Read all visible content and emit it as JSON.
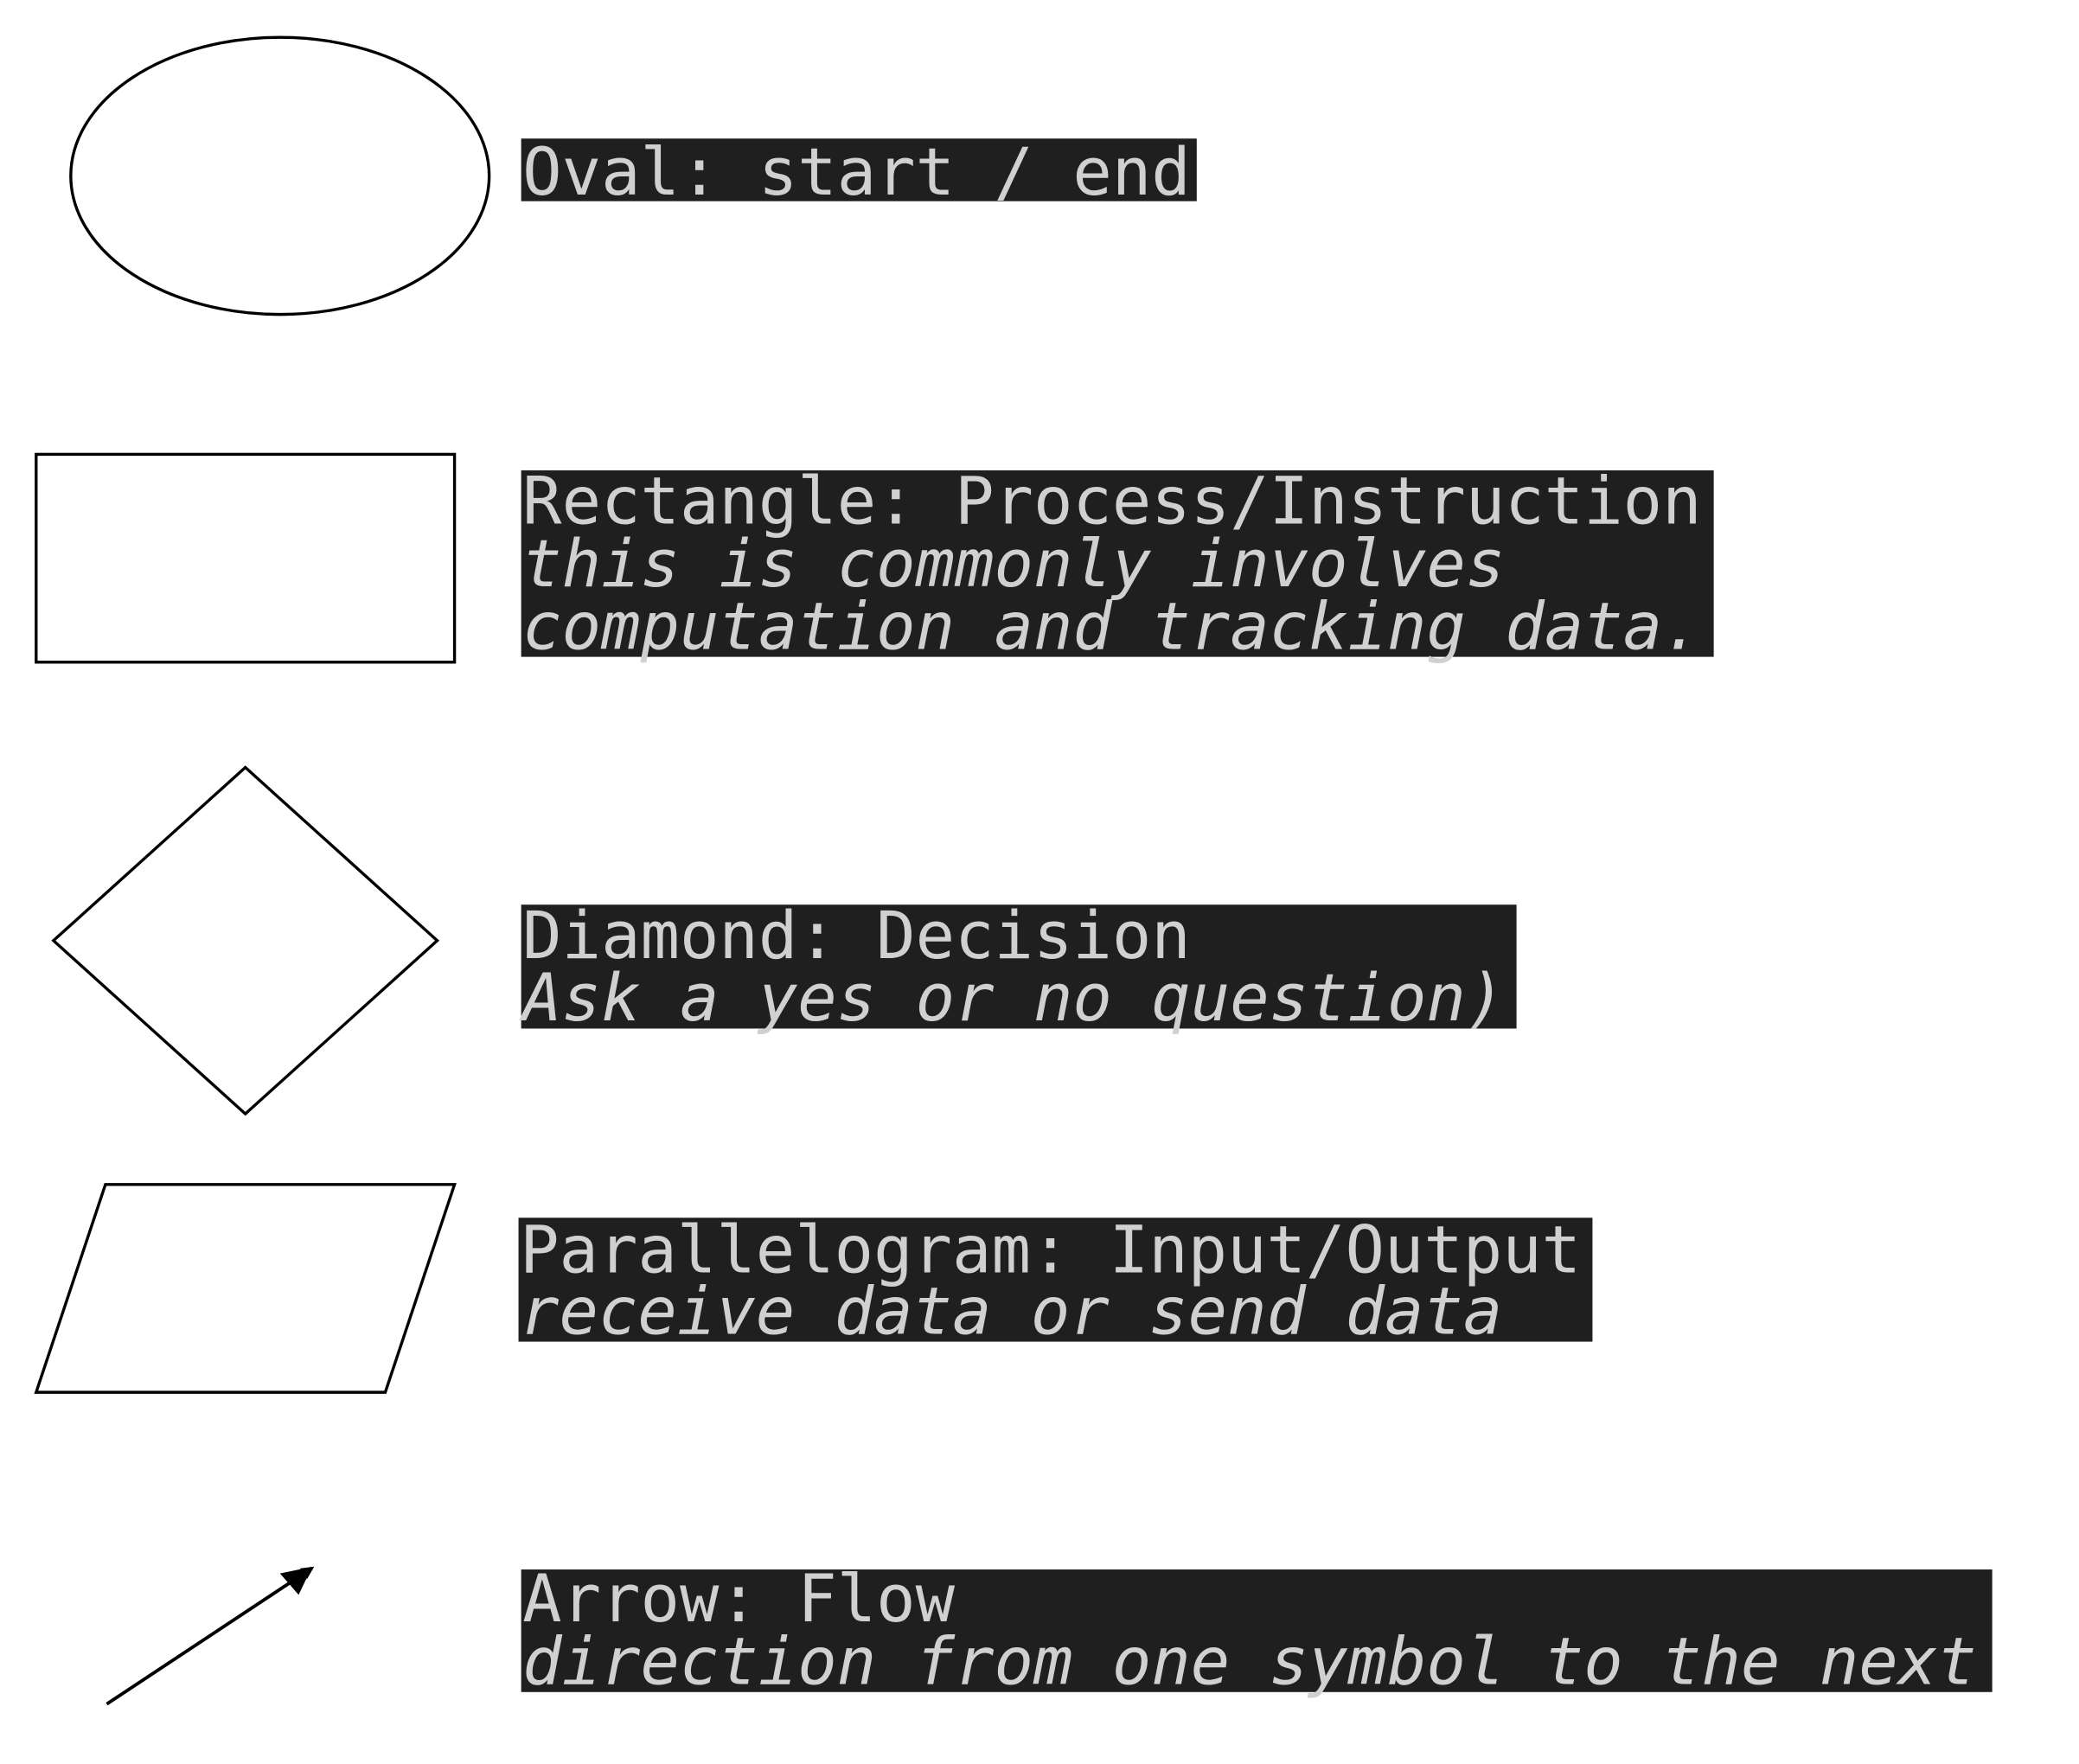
{
  "legend": [
    {
      "shape": "oval",
      "title": "Oval: start / end",
      "lines": []
    },
    {
      "shape": "rectangle",
      "title": "Rectangle: Process/Instruction",
      "lines": [
        "this is commonly involves",
        "computation and tracking data."
      ]
    },
    {
      "shape": "diamond",
      "title": "Diamond: Decision",
      "lines": [
        "Ask a yes or no question)"
      ]
    },
    {
      "shape": "parallelogram",
      "title": "Parallelogram: Input/Output",
      "lines": [
        "receive data or send data"
      ]
    },
    {
      "shape": "arrow",
      "title": "Arrow: Flow",
      "lines": [
        "direction from one symbol to the next"
      ]
    }
  ],
  "colors": {
    "label_bg": "#1f1f1f",
    "label_text": "#d0d0d0",
    "stroke": "#000000"
  }
}
